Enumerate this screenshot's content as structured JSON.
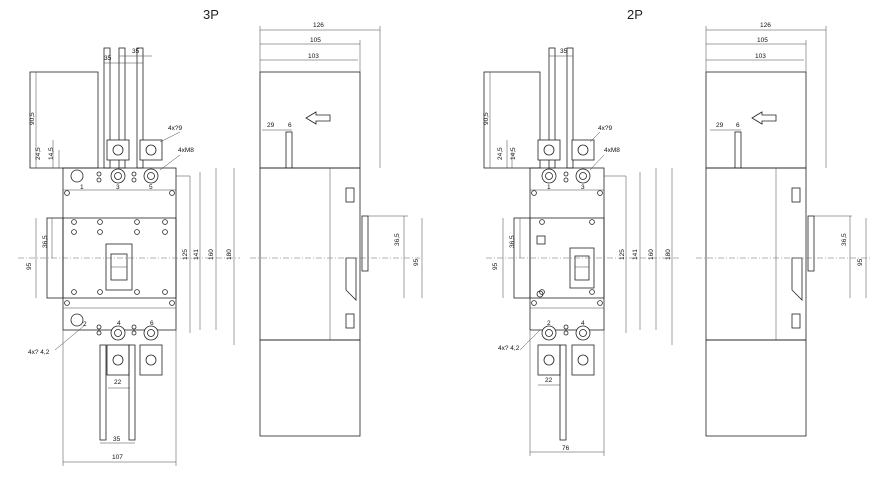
{
  "titles": {
    "left": "3P",
    "right": "2P"
  },
  "dims_3p_front": {
    "w35a": "35",
    "w35b": "35",
    "h905": "90,5",
    "h245": "24,5",
    "h145": "14,5",
    "hole_a": "4x?9",
    "screw_a": "4xM8",
    "h365": "36,5",
    "h95": "95",
    "h125": "125",
    "h141": "141",
    "h160": "160",
    "h180": "180",
    "hole_b": "4x? 4,2",
    "w22": "22",
    "w35c": "35",
    "w107": "107",
    "t1": "1",
    "t3": "3",
    "t5": "5",
    "t2": "2",
    "t4": "4",
    "t6": "6"
  },
  "dims_3p_side": {
    "d126": "126",
    "d105": "105",
    "d103": "103",
    "d29": "29",
    "d6": "6",
    "d365": "36,5",
    "d95": "95"
  },
  "dims_2p_front": {
    "w35": "35",
    "h905": "90,5",
    "h245": "24,5",
    "h145": "14,5",
    "hole_a": "4x?9",
    "screw_a": "4xM8",
    "h365": "36,5",
    "h95": "95",
    "h125": "125",
    "h141": "141",
    "h160": "160",
    "h180": "180",
    "hole_b": "4x? 4,2",
    "w22": "22",
    "w76": "76",
    "t1": "1",
    "t3": "3",
    "t2": "2",
    "t4": "4"
  },
  "dims_2p_side": {
    "d126": "126",
    "d105": "105",
    "d103": "103",
    "d29": "29",
    "d6": "6",
    "d365": "36,5",
    "d95": "95"
  }
}
